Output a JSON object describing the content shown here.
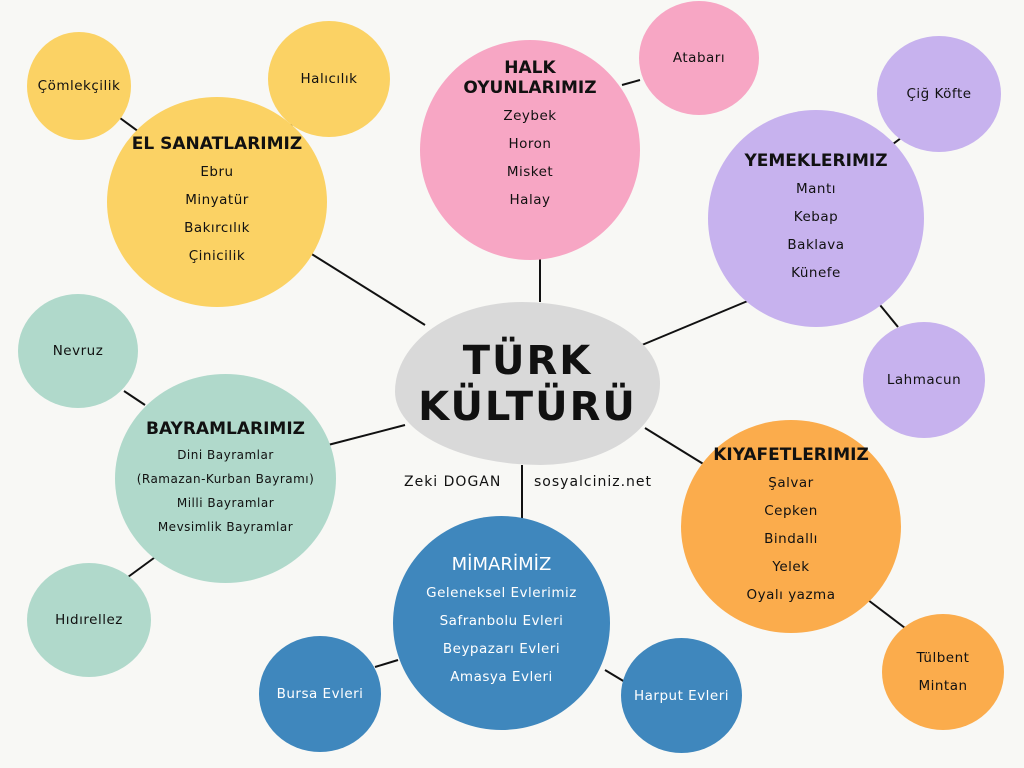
{
  "center": {
    "line1": "TÜRK",
    "line2": "KÜLTÜRÜ"
  },
  "author": "Zeki DOGAN",
  "site": "sosyalciniz.net",
  "el": {
    "title": "EL SANATLARIMIZ",
    "items": [
      "Ebru",
      "Minyatür",
      "Bakırcılık",
      "Çinicilik"
    ],
    "sat": [
      "Çömlekçilik",
      "Halıcılık"
    ]
  },
  "halk": {
    "title1": "HALK",
    "title2": "OYUNLARIMIZ",
    "items": [
      "Zeybek",
      "Horon",
      "Misket",
      "Halay"
    ],
    "sat": [
      "Atabarı"
    ]
  },
  "yemek": {
    "title": "YEMEKLERIMIZ",
    "items": [
      "Mantı",
      "Kebap",
      "Baklava",
      "Künefe"
    ],
    "sat": [
      "Çiğ Köfte",
      "Lahmacun"
    ]
  },
  "bayram": {
    "title": "BAYRAMLARIMIZ",
    "items": [
      "Dini Bayramlar",
      "(Ramazan-Kurban Bayramı)",
      "Milli Bayramlar",
      "Mevsimlik Bayramlar"
    ],
    "sat": [
      "Nevruz",
      "Hıdırellez"
    ]
  },
  "kiyafet": {
    "title": "KIYAFETLERIMIZ",
    "items": [
      "Şalvar",
      "Cepken",
      "Bindallı",
      "Yelek",
      "Oyalı yazma"
    ],
    "sat": [
      "Tülbent",
      "Mintan"
    ]
  },
  "mimari": {
    "title": "MİMARİMİZ",
    "items": [
      "Geleneksel Evlerimiz",
      "Safranbolu Evleri",
      "Beypazarı Evleri",
      "Amasya Evleri"
    ],
    "sat": [
      "Bursa Evleri",
      "Harput Evleri"
    ]
  },
  "colors": {
    "yellow": "#fbd264",
    "pink": "#f7a6c4",
    "purple": "#c7b2ee",
    "teal": "#b0d9cb",
    "orange": "#fbac4c",
    "blue": "#3f87bd",
    "gray": "#d9d9d9"
  }
}
